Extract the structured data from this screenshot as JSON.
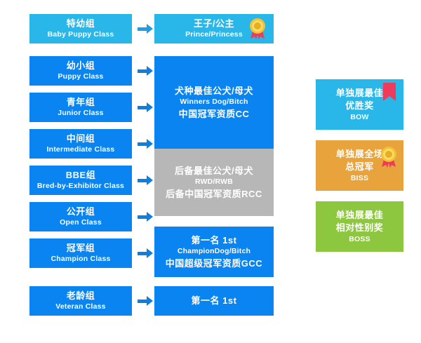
{
  "diagram": {
    "title": "Dog Show Class Flow Chart",
    "colors": {
      "light_blue": "#29B6E8",
      "blue": "#0A84F0",
      "gray": "#B7B7B7",
      "orange": "#E8A33D",
      "green": "#8DC63F",
      "arrow_light": "#1E9FE3",
      "arrow_dark": "#0E7FE0",
      "ribbon_red": "#EE3B5B",
      "medal_gold": "#F2C230"
    },
    "classes": [
      {
        "cn": "特幼组",
        "en": "Baby Puppy Class"
      },
      {
        "cn": "幼小组",
        "en": "Puppy Class"
      },
      {
        "cn": "青年组",
        "en": "Junior Class"
      },
      {
        "cn": "中间组",
        "en": "Intermediate Class"
      },
      {
        "cn": "BBE组",
        "en": "Bred-by-Exhibitor Class"
      },
      {
        "cn": "公开组",
        "en": "Open Class"
      },
      {
        "cn": "冠军组",
        "en": "Champion Class"
      },
      {
        "cn": "老龄组",
        "en": "Veteran Class"
      }
    ],
    "results": {
      "prince": {
        "cn": "王子/公主",
        "en": "Prince/Princess",
        "icon": "medal-icon"
      },
      "winners": {
        "cn": "犬种最佳公犬/母犬",
        "en": "Winners Dog/Bitch",
        "cn2": "中国冠军资质CC"
      },
      "reserve": {
        "cn": "后备最佳公犬/母犬",
        "en": "RWD/RWB",
        "cn2": "后备中国冠军资质RCC"
      },
      "champion": {
        "cn": "第一名 1st",
        "en": "ChampionDog/Bitch",
        "cn2": "中国超级冠军资质GCC"
      },
      "veteran": {
        "cn": "第一名 1st"
      }
    },
    "awards": [
      {
        "cn_line1": "单独展最佳",
        "cn_line2": "优胜奖",
        "en": "BOW",
        "icon": "ribbon-icon"
      },
      {
        "cn_line1": "单独展全场",
        "cn_line2": "总冠军",
        "en": "BISS",
        "icon": "medal-icon"
      },
      {
        "cn_line1": "单独展最佳",
        "cn_line2": "相对性别奖",
        "en": "BOSS",
        "icon": "none"
      }
    ]
  }
}
